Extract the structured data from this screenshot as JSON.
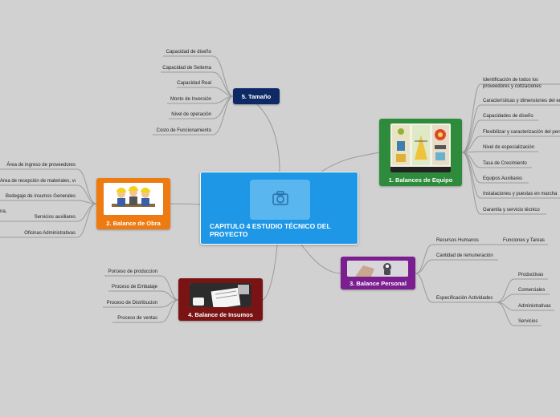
{
  "central": {
    "title": "CAPITULO 4 ESTUDIO TÉCNICO DEL PROYECTO",
    "icon": "camera-icon"
  },
  "topics": {
    "tamano": {
      "label": "5. Tamaño",
      "color": "#0e2a66",
      "items": [
        "Capacidad de diseño",
        "Capacidad de Seitema",
        "Capacidad Real",
        "Monto de Inversión",
        "Nivel de operación",
        "Costo de Funcionamiento"
      ]
    },
    "equipo": {
      "label": "1. Balances de Equipo",
      "color": "#2e8b3c",
      "items": [
        "Identificación de todos los proveedores y cotizaciones",
        "Características y dimensiones del equipo",
        "Capacidades de diseño",
        "Flexibilizar y caracterización del personal",
        "Nivel de especialización",
        "Tasa de Crecimiento",
        "Equipos Auxiliares",
        "Instalaciones y puestas en marcha",
        "Garantía y servicio técnico"
      ]
    },
    "obra": {
      "label": "2. Balance de Obra",
      "color": "#ee7b12",
      "items": [
        "Área de ingreso de proveedores",
        "Área de recepción de materiales, vol maniobra",
        "Bodegaje de insumos Generales",
        "Servicios auxiliares",
        "Oficinas Administrativas"
      ],
      "extra": "na,"
    },
    "personal": {
      "label": "3. Balance Personal",
      "color": "#7b1e8f",
      "items": [
        "Recursos Humanos",
        "Cantidad de remuneración",
        "Especificación Actividades"
      ],
      "rh_child": "Funciones y Tareas",
      "activities": [
        "Productivas",
        "Comerciales",
        "Administrativas",
        "Servicios"
      ]
    },
    "insumos": {
      "label": "4. Balance de Insumos",
      "color": "#7a1414",
      "items": [
        "Porceso de produccion",
        "Proceso de Embalaje",
        "Proceso de Distribucion",
        "Proceso de ventas"
      ]
    }
  },
  "line_color": "#9a9a9a"
}
